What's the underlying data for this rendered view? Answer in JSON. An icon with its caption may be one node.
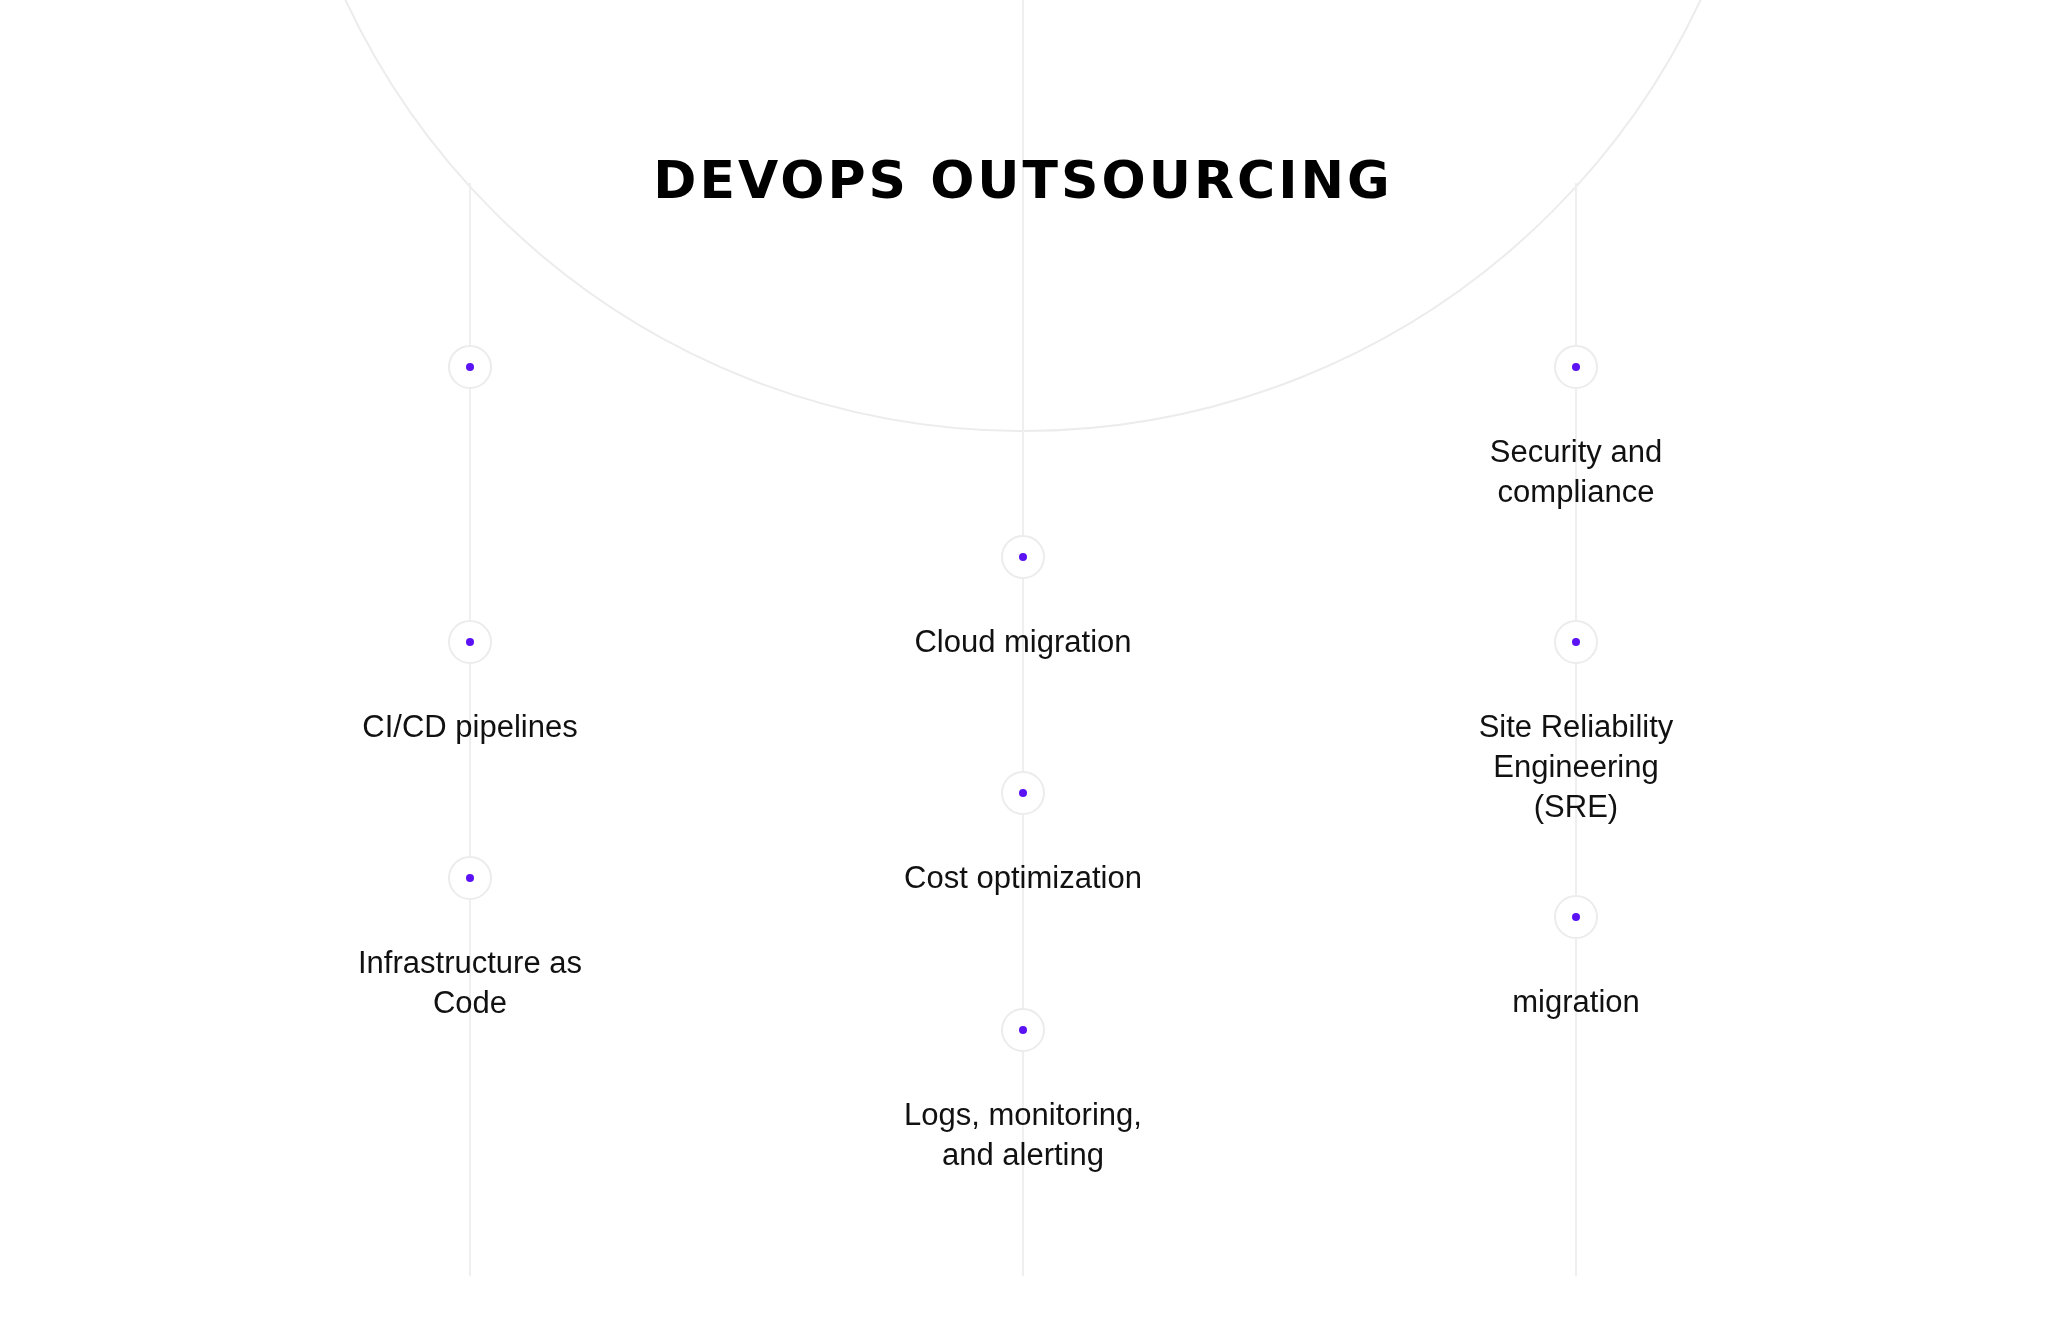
{
  "diagram": {
    "title": "DEVOPS OUTSOURCING",
    "nodes": [
      {
        "text": [],
        "shape": "circle"
      },
      {
        "text": [
          "CI/CD pipelines"
        ]
      },
      {
        "text": [
          "Infrastructure as Code"
        ]
      },
      {
        "text": [
          "Cloud migration"
        ]
      },
      {
        "text": [
          "Cost optimization"
        ]
      },
      {
        "text": [
          "Logs, monitoring, and alerting"
        ]
      },
      {
        "text": [
          "Security and compliance"
        ]
      },
      {
        "text": [
          "Site Reliability Engineering (SRE)"
        ]
      },
      {
        "text": [
          "migration"
        ]
      }
    ]
  }
}
